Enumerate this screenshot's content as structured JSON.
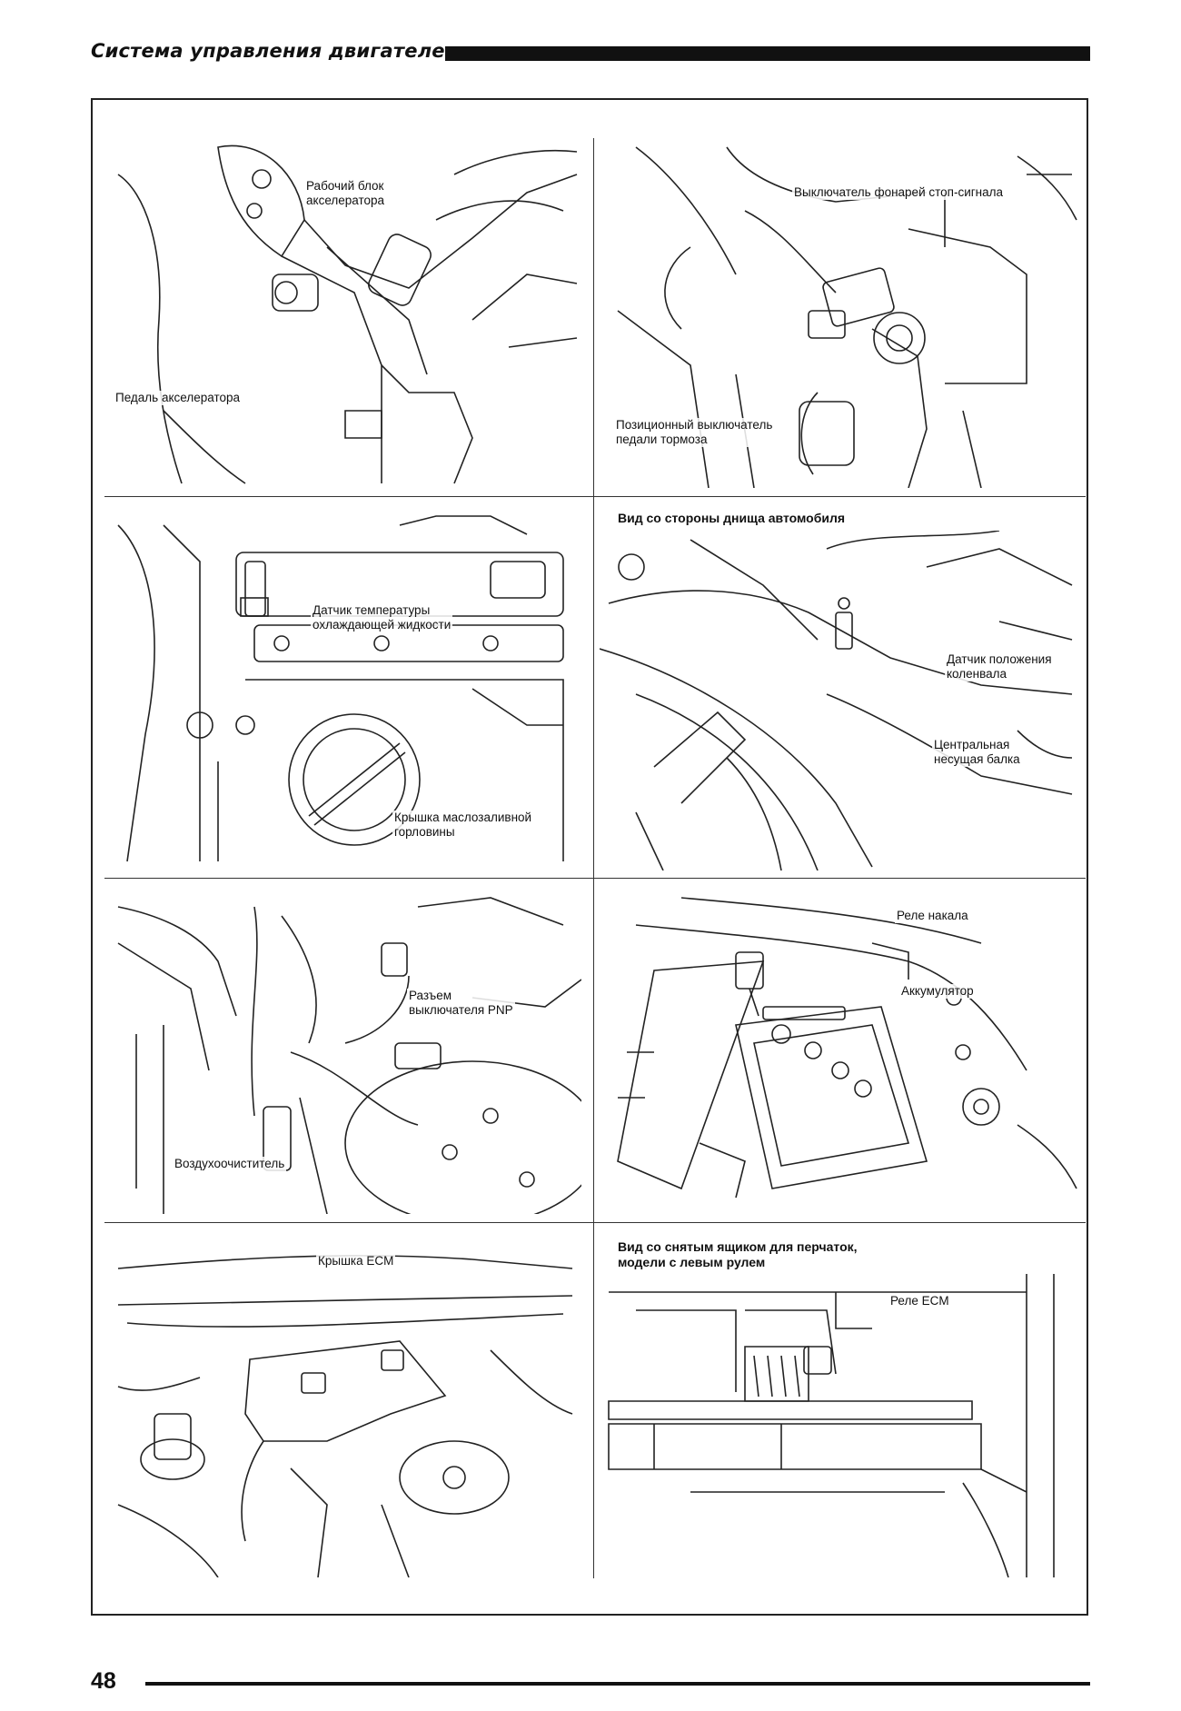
{
  "header": {
    "title": "Система управления двигателем"
  },
  "page_number": "48",
  "panels": {
    "accelerator": {
      "label_unit": "Рабочий блок\nакселератора",
      "label_pedal": "Педаль акселератора"
    },
    "brake": {
      "label_stop_switch": "Выключатель фонарей стоп-сигнала",
      "label_position_switch": "Позиционный выключатель\nпедали тормоза"
    },
    "coolant": {
      "label_sensor": "Датчик температуры\nохлаждающей жидкости",
      "label_oil_cap": "Крышка маслозаливной\nгорловины"
    },
    "crankshaft": {
      "caption": "Вид со стороны днища автомобиля",
      "label_sensor": "Датчик положения\nколенвала",
      "label_beam": "Центральная\nнесущая балка"
    },
    "pnp": {
      "label_connector": "Разъем\nвыключателя PNP",
      "label_air_cleaner": "Воздухоочиститель"
    },
    "battery": {
      "label_relay": "Реле накала",
      "label_battery": "Аккумулятор"
    },
    "ecm_cover": {
      "label_cover": "Крышка ECM"
    },
    "ecm_relay": {
      "caption": "Вид со снятым ящиком для перчаток,\nмодели с левым рулем",
      "label_relay": "Реле ECM"
    }
  }
}
